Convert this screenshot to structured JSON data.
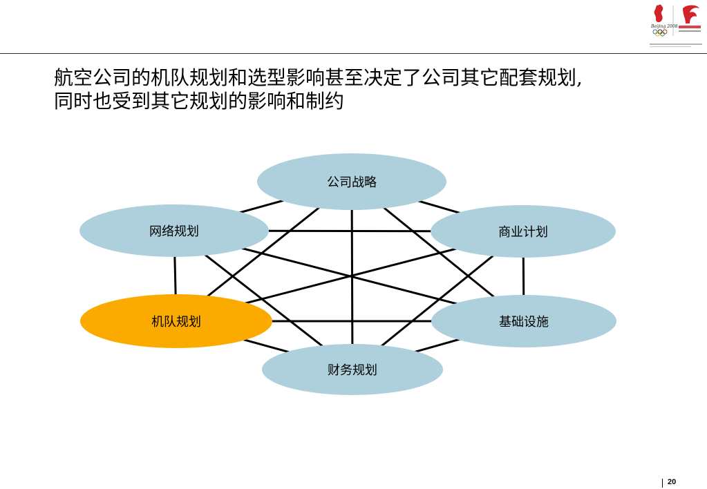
{
  "title": {
    "line1": "航空公司的机队规划和选型影响甚至决定了公司其它配套规划,",
    "line2": "同时也受到其它规划的影响和制约"
  },
  "diagram": {
    "nodes": [
      {
        "id": "strategy",
        "label": "公司战略",
        "highlighted": false
      },
      {
        "id": "network",
        "label": "网络规划",
        "highlighted": false
      },
      {
        "id": "business",
        "label": "商业计划",
        "highlighted": false
      },
      {
        "id": "fleet",
        "label": "机队规划",
        "highlighted": true
      },
      {
        "id": "infrastructure",
        "label": "基础设施",
        "highlighted": false
      },
      {
        "id": "finance",
        "label": "财务规划",
        "highlighted": false
      }
    ],
    "connections": "all-pairs",
    "colors": {
      "node_fill": "#aecfdc",
      "highlight_fill": "#fbab00",
      "line": "#000000"
    }
  },
  "logos": {
    "olympic": "beijing-2008-olympic-emblem-icon",
    "airline": "air-china-phoenix-logo-icon",
    "airline_color": "#d2232a"
  },
  "footer": {
    "page_number": "20"
  }
}
